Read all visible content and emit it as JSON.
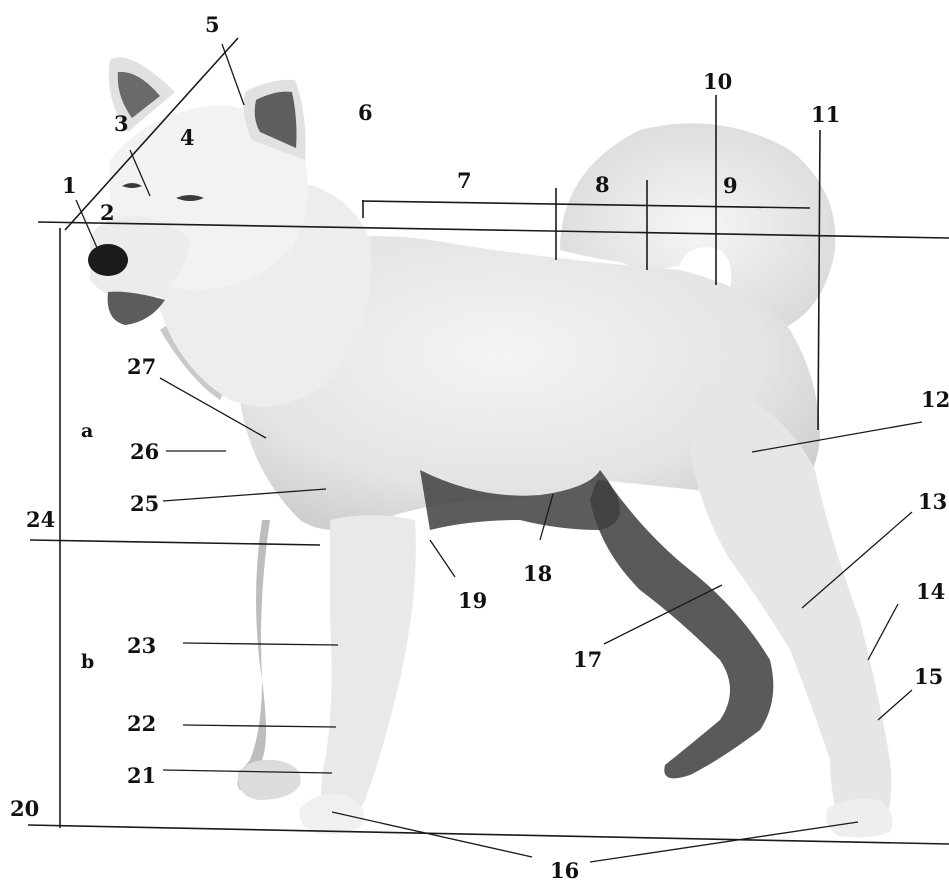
{
  "diagram": {
    "labels": [
      "1",
      "2",
      "3",
      "4",
      "5",
      "6",
      "7",
      "8",
      "9",
      "10",
      "11",
      "12",
      "13",
      "14",
      "15",
      "16",
      "17",
      "18",
      "19",
      "20",
      "21",
      "22",
      "23",
      "24",
      "25",
      "26",
      "27"
    ],
    "regions": [
      "a",
      "b"
    ],
    "colors": {
      "background": "#ffffff",
      "ink": "#111111",
      "fur_light": "#ececec",
      "fur_mid": "#d6d6d6",
      "fur_shadow": "#4a4a4a",
      "nose": "#1b1b1b"
    },
    "icons": [
      "spitz-dog-illustration"
    ]
  }
}
